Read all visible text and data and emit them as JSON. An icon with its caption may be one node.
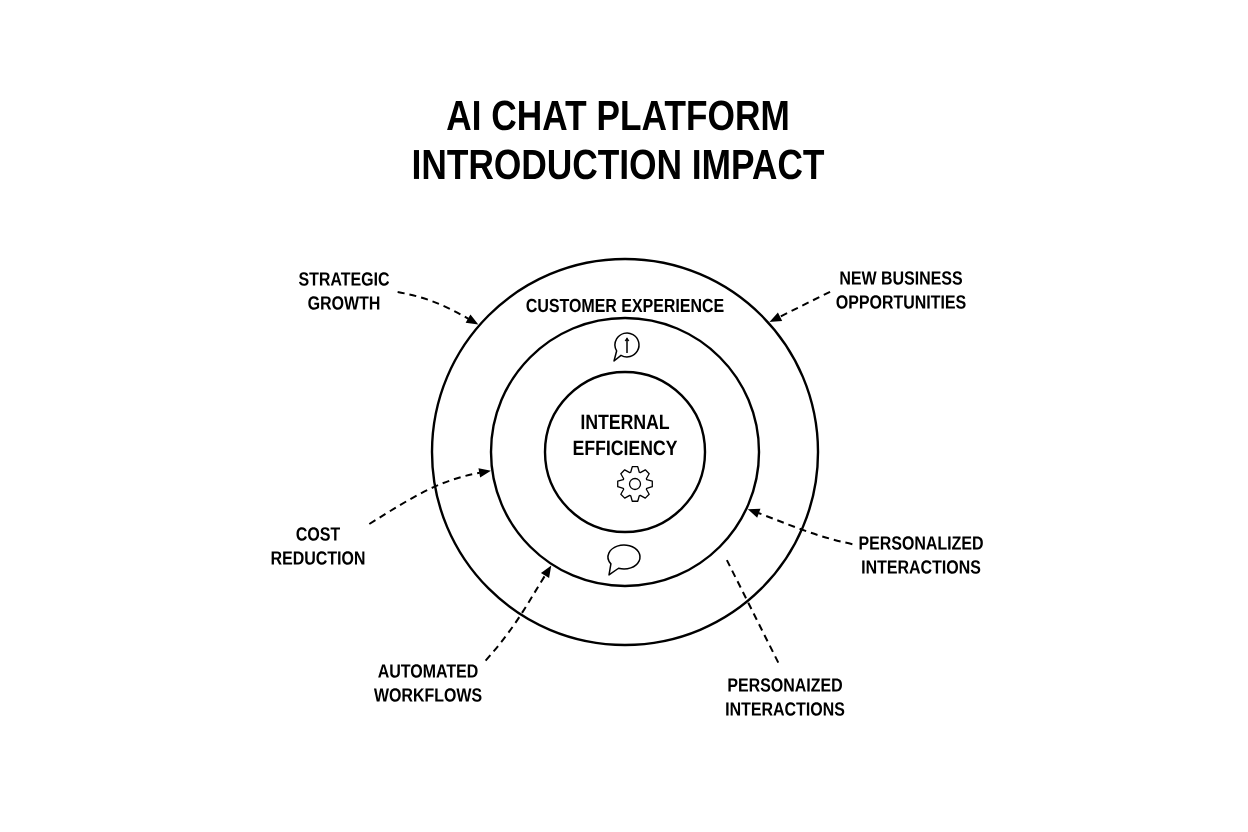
{
  "diagram": {
    "title": "AI CHAT PLATFORM INTRODUCTION IMPACT",
    "nodes": [
      {
        "text": [
          "CUSTOMER EXPERIENCE"
        ]
      },
      {
        "text": [],
        "shape": "circle",
        "in": 0
      },
      {
        "text": [
          "INTERNAL EFFICIENCY"
        ],
        "in": 1
      },
      {
        "text": [
          "STRATEGIC GROWTH"
        ]
      },
      {
        "text": [
          "NEW BUSINESS OPPORTUNITIES"
        ]
      },
      {
        "text": [
          "COST REDUCTION"
        ]
      },
      {
        "text": [
          "PERSONALIZED INTERACTIONS"
        ]
      },
      {
        "text": [
          "AUTOMATED WORKFLOWS"
        ]
      },
      {
        "text": [
          "PERSONAIZED INTERACTIONS"
        ]
      }
    ],
    "edges": [
      {
        "from": 3,
        "to": 0,
        "arrow": "to",
        "style": "dashed"
      },
      {
        "from": 4,
        "to": 0,
        "arrow": "to",
        "style": "dashed"
      },
      {
        "from": 5,
        "to": 1,
        "arrow": "to",
        "style": "dashed"
      },
      {
        "from": 6,
        "to": 1,
        "arrow": "to",
        "style": "dashed"
      },
      {
        "from": 7,
        "to": 1,
        "arrow": "to",
        "style": "dashed"
      },
      {
        "from": 8,
        "to": 1,
        "arrow": "none",
        "style": "dashed"
      }
    ]
  }
}
